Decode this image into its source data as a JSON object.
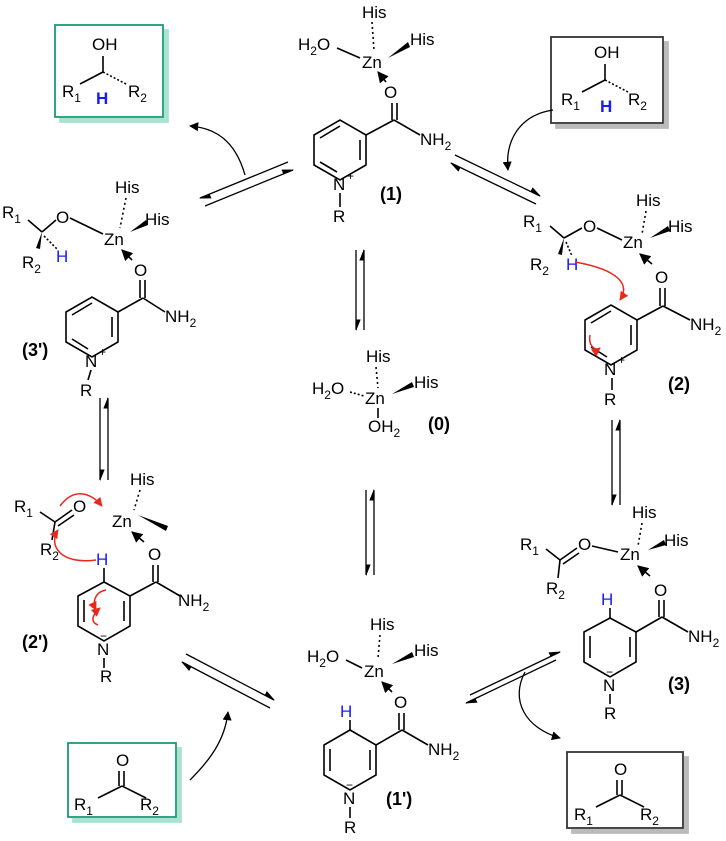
{
  "labels": {
    "c1": "(1)",
    "c0": "(0)",
    "c2": "(2)",
    "c3": "(3)",
    "c3p": "(3')",
    "c2p": "(2')",
    "c1p": "(1')"
  },
  "atoms": {
    "his": "His",
    "zn": "Zn",
    "o": "O",
    "oh": "OH",
    "h2o": "H",
    "h2o_sub": "2",
    "h2o_o": "O",
    "nh": "NH",
    "nh_sub": "2",
    "n": "N",
    "plus": "+",
    "minus": "−",
    "r": "R",
    "r1": "R",
    "r1_sub": "1",
    "r2": "R",
    "r2_sub": "2",
    "h": "H"
  },
  "colors": {
    "red_arrow": "#e8291c",
    "blue_h": "#1a1aff",
    "green_box": "#1a9a78",
    "gray_box": "#333333"
  }
}
